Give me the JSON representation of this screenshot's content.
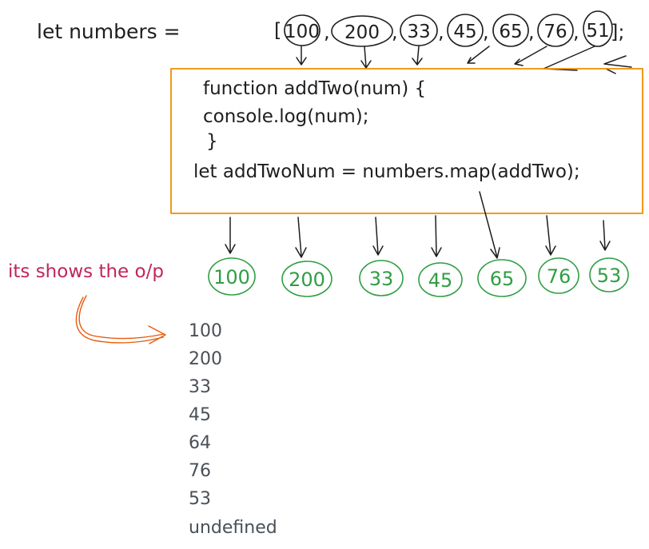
{
  "declaration": {
    "prefix": "let numbers =",
    "open_bracket": "[",
    "values": [
      "100",
      "200",
      "33",
      "45",
      "65",
      "76",
      "51"
    ],
    "separator": ",",
    "close": "];"
  },
  "code_box": {
    "lines": [
      "function addTwo(num) {",
      "console.log(num);",
      "}",
      "let addTwoNum = numbers.map(addTwo);"
    ]
  },
  "results": {
    "label": "its shows the o/p",
    "values": [
      "100",
      "200",
      "33",
      "45",
      "65",
      "76",
      "53"
    ]
  },
  "console_output": {
    "lines": [
      "100",
      "200",
      "33",
      "45",
      "64",
      "76",
      "53",
      "undefined"
    ]
  },
  "colors": {
    "ink": "#1e1e1e",
    "box_border": "#f08c00",
    "result_green": "#2f9e44",
    "label_pink": "#c2255c",
    "pointer_orange": "#e8590c",
    "output_gray": "#495057"
  }
}
